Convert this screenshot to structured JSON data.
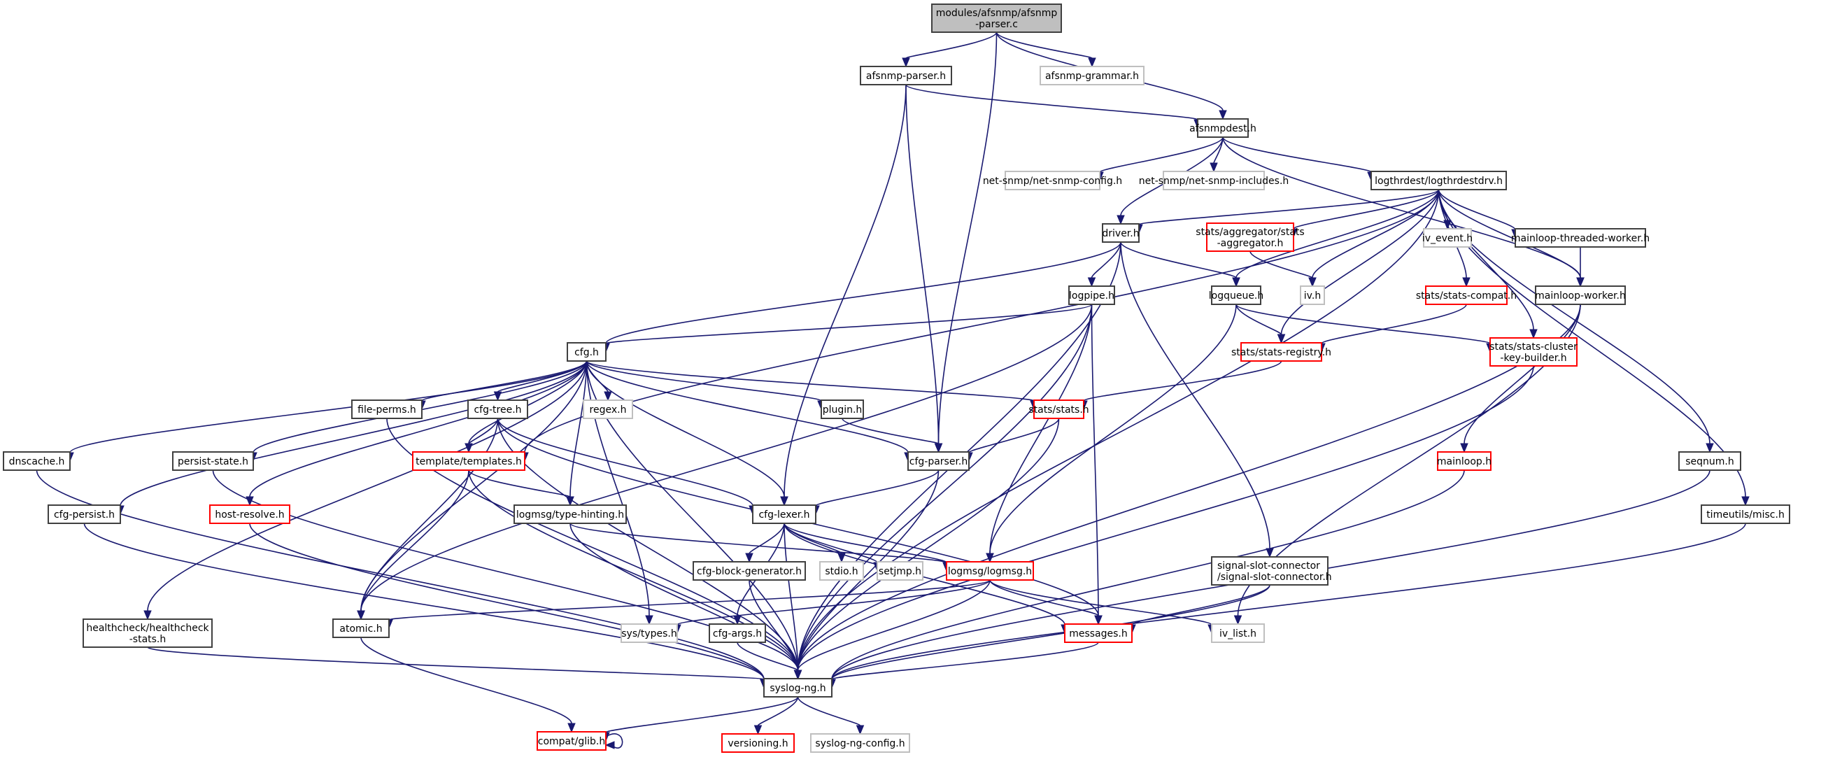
{
  "diagram": {
    "title": "modules/afsnmp/afsnmp-parser.c",
    "type": "include-dependency-graph",
    "colors": {
      "edge": "#191970",
      "root_fill": "#bfbfbf",
      "documented_border": "#404040",
      "has_more_border": "#ff0000",
      "external_border": "#bfbfbf"
    },
    "nodes": [
      {
        "id": "root",
        "label": [
          "modules/afsnmp/afsnmp",
          "-parser.c"
        ],
        "kind": "root"
      },
      {
        "id": "afsnmp_parser_h",
        "label": [
          "afsnmp-parser.h"
        ],
        "kind": "normal"
      },
      {
        "id": "afsnmp_grammar_h",
        "label": [
          "afsnmp-grammar.h"
        ],
        "kind": "external"
      },
      {
        "id": "afsnmpdest_h",
        "label": [
          "afsnmpdest.h"
        ],
        "kind": "normal"
      },
      {
        "id": "net_snmp_config_h",
        "label": [
          "net-snmp/net-snmp-config.h"
        ],
        "kind": "external"
      },
      {
        "id": "net_snmp_includes_h",
        "label": [
          "net-snmp/net-snmp-includes.h"
        ],
        "kind": "external"
      },
      {
        "id": "logthrdestdrv_h",
        "label": [
          "logthrdest/logthrdestdrv.h"
        ],
        "kind": "normal"
      },
      {
        "id": "driver_h",
        "label": [
          "driver.h"
        ],
        "kind": "normal"
      },
      {
        "id": "stats_aggregator_h",
        "label": [
          "stats/aggregator/stats",
          "-aggregator.h"
        ],
        "kind": "truncated"
      },
      {
        "id": "iv_event_h",
        "label": [
          "iv_event.h"
        ],
        "kind": "external"
      },
      {
        "id": "mainloop_threaded_worker_h",
        "label": [
          "mainloop-threaded-worker.h"
        ],
        "kind": "normal"
      },
      {
        "id": "logpipe_h",
        "label": [
          "logpipe.h"
        ],
        "kind": "normal"
      },
      {
        "id": "logqueue_h",
        "label": [
          "logqueue.h"
        ],
        "kind": "normal"
      },
      {
        "id": "iv_h",
        "label": [
          "iv.h"
        ],
        "kind": "external"
      },
      {
        "id": "stats_compat_h",
        "label": [
          "stats/stats-compat.h"
        ],
        "kind": "truncated"
      },
      {
        "id": "mainloop_worker_h",
        "label": [
          "mainloop-worker.h"
        ],
        "kind": "normal"
      },
      {
        "id": "cfg_h",
        "label": [
          "cfg.h"
        ],
        "kind": "normal"
      },
      {
        "id": "stats_registry_h",
        "label": [
          "stats/stats-registry.h"
        ],
        "kind": "truncated"
      },
      {
        "id": "stats_cluster_key_builder_h",
        "label": [
          "stats/stats-cluster",
          "-key-builder.h"
        ],
        "kind": "truncated"
      },
      {
        "id": "file_perms_h",
        "label": [
          "file-perms.h"
        ],
        "kind": "normal"
      },
      {
        "id": "cfg_tree_h",
        "label": [
          "cfg-tree.h"
        ],
        "kind": "normal"
      },
      {
        "id": "regex_h",
        "label": [
          "regex.h"
        ],
        "kind": "external"
      },
      {
        "id": "plugin_h",
        "label": [
          "plugin.h"
        ],
        "kind": "normal"
      },
      {
        "id": "stats_h",
        "label": [
          "stats/stats.h"
        ],
        "kind": "truncated"
      },
      {
        "id": "dnscache_h",
        "label": [
          "dnscache.h"
        ],
        "kind": "normal"
      },
      {
        "id": "persist_state_h",
        "label": [
          "persist-state.h"
        ],
        "kind": "normal"
      },
      {
        "id": "templates_h",
        "label": [
          "template/templates.h"
        ],
        "kind": "truncated"
      },
      {
        "id": "cfg_parser_h",
        "label": [
          "cfg-parser.h"
        ],
        "kind": "normal"
      },
      {
        "id": "mainloop_h",
        "label": [
          "mainloop.h"
        ],
        "kind": "truncated"
      },
      {
        "id": "seqnum_h",
        "label": [
          "seqnum.h"
        ],
        "kind": "normal"
      },
      {
        "id": "cfg_persist_h",
        "label": [
          "cfg-persist.h"
        ],
        "kind": "normal"
      },
      {
        "id": "host_resolve_h",
        "label": [
          "host-resolve.h"
        ],
        "kind": "truncated"
      },
      {
        "id": "type_hinting_h",
        "label": [
          "logmsg/type-hinting.h"
        ],
        "kind": "normal"
      },
      {
        "id": "cfg_lexer_h",
        "label": [
          "cfg-lexer.h"
        ],
        "kind": "normal"
      },
      {
        "id": "timeutils_misc_h",
        "label": [
          "timeutils/misc.h"
        ],
        "kind": "normal"
      },
      {
        "id": "cfg_block_generator_h",
        "label": [
          "cfg-block-generator.h"
        ],
        "kind": "normal"
      },
      {
        "id": "stdio_h",
        "label": [
          "stdio.h"
        ],
        "kind": "external"
      },
      {
        "id": "setjmp_h",
        "label": [
          "setjmp.h"
        ],
        "kind": "external"
      },
      {
        "id": "logmsg_h",
        "label": [
          "logmsg/logmsg.h"
        ],
        "kind": "truncated"
      },
      {
        "id": "signal_slot_connector_h",
        "label": [
          "signal-slot-connector",
          "/signal-slot-connector.h"
        ],
        "kind": "normal",
        "align": "left"
      },
      {
        "id": "healthcheck_stats_h",
        "label": [
          "healthcheck/healthcheck",
          "-stats.h"
        ],
        "kind": "normal"
      },
      {
        "id": "atomic_h",
        "label": [
          "atomic.h"
        ],
        "kind": "normal"
      },
      {
        "id": "sys_types_h",
        "label": [
          "sys/types.h"
        ],
        "kind": "external"
      },
      {
        "id": "cfg_args_h",
        "label": [
          "cfg-args.h"
        ],
        "kind": "normal"
      },
      {
        "id": "messages_h",
        "label": [
          "messages.h"
        ],
        "kind": "truncated"
      },
      {
        "id": "iv_list_h",
        "label": [
          "iv_list.h"
        ],
        "kind": "external"
      },
      {
        "id": "syslog_ng_h",
        "label": [
          "syslog-ng.h"
        ],
        "kind": "normal"
      },
      {
        "id": "compat_glib_h",
        "label": [
          "compat/glib.h"
        ],
        "kind": "truncated"
      },
      {
        "id": "versioning_h",
        "label": [
          "versioning.h"
        ],
        "kind": "truncated"
      },
      {
        "id": "syslog_ng_config_h",
        "label": [
          "syslog-ng-config.h"
        ],
        "kind": "external"
      }
    ],
    "edges": [
      [
        "root",
        "afsnmp_parser_h"
      ],
      [
        "root",
        "afsnmp_grammar_h"
      ],
      [
        "root",
        "afsnmpdest_h"
      ],
      [
        "root",
        "cfg_parser_h"
      ],
      [
        "afsnmp_parser_h",
        "afsnmpdest_h"
      ],
      [
        "afsnmp_parser_h",
        "cfg_parser_h"
      ],
      [
        "afsnmp_parser_h",
        "cfg_lexer_h"
      ],
      [
        "afsnmpdest_h",
        "net_snmp_config_h"
      ],
      [
        "afsnmpdest_h",
        "net_snmp_includes_h"
      ],
      [
        "afsnmpdest_h",
        "logthrdestdrv_h"
      ],
      [
        "afsnmpdest_h",
        "driver_h"
      ],
      [
        "afsnmpdest_h",
        "mainloop_worker_h"
      ],
      [
        "logthrdestdrv_h",
        "driver_h"
      ],
      [
        "logthrdestdrv_h",
        "stats_aggregator_h"
      ],
      [
        "logthrdestdrv_h",
        "iv_event_h"
      ],
      [
        "logthrdestdrv_h",
        "mainloop_threaded_worker_h"
      ],
      [
        "logthrdestdrv_h",
        "logqueue_h"
      ],
      [
        "logthrdestdrv_h",
        "iv_h"
      ],
      [
        "logthrdestdrv_h",
        "stats_compat_h"
      ],
      [
        "logthrdestdrv_h",
        "mainloop_worker_h"
      ],
      [
        "logthrdestdrv_h",
        "stats_registry_h"
      ],
      [
        "logthrdestdrv_h",
        "stats_cluster_key_builder_h"
      ],
      [
        "logthrdestdrv_h",
        "seqnum_h"
      ],
      [
        "logthrdestdrv_h",
        "timeutils_misc_h"
      ],
      [
        "logthrdestdrv_h",
        "templates_h"
      ],
      [
        "logthrdestdrv_h",
        "syslog_ng_h"
      ],
      [
        "driver_h",
        "logpipe_h"
      ],
      [
        "driver_h",
        "logqueue_h"
      ],
      [
        "driver_h",
        "cfg_h"
      ],
      [
        "driver_h",
        "signal_slot_connector_h"
      ],
      [
        "driver_h",
        "syslog_ng_h"
      ],
      [
        "stats_aggregator_h",
        "iv_h"
      ],
      [
        "mainloop_threaded_worker_h",
        "mainloop_worker_h"
      ],
      [
        "mainloop_worker_h",
        "mainloop_h"
      ],
      [
        "mainloop_worker_h",
        "iv_list_h"
      ],
      [
        "mainloop_worker_h",
        "syslog_ng_h"
      ],
      [
        "logpipe_h",
        "cfg_h"
      ],
      [
        "logpipe_h",
        "logmsg_h"
      ],
      [
        "logpipe_h",
        "messages_h"
      ],
      [
        "logpipe_h",
        "syslog_ng_h"
      ],
      [
        "logpipe_h",
        "atomic_h"
      ],
      [
        "logqueue_h",
        "stats_registry_h"
      ],
      [
        "logqueue_h",
        "stats_cluster_key_builder_h"
      ],
      [
        "logqueue_h",
        "logmsg_h"
      ],
      [
        "stats_compat_h",
        "stats_registry_h"
      ],
      [
        "stats_registry_h",
        "stats_h"
      ],
      [
        "stats_cluster_key_builder_h",
        "syslog_ng_h"
      ],
      [
        "cfg_h",
        "file_perms_h"
      ],
      [
        "cfg_h",
        "cfg_tree_h"
      ],
      [
        "cfg_h",
        "regex_h"
      ],
      [
        "cfg_h",
        "plugin_h"
      ],
      [
        "cfg_h",
        "stats_h"
      ],
      [
        "cfg_h",
        "dnscache_h"
      ],
      [
        "cfg_h",
        "persist_state_h"
      ],
      [
        "cfg_h",
        "templates_h"
      ],
      [
        "cfg_h",
        "cfg_parser_h"
      ],
      [
        "cfg_h",
        "cfg_persist_h"
      ],
      [
        "cfg_h",
        "host_resolve_h"
      ],
      [
        "cfg_h",
        "type_hinting_h"
      ],
      [
        "cfg_h",
        "cfg_lexer_h"
      ],
      [
        "cfg_h",
        "healthcheck_stats_h"
      ],
      [
        "cfg_h",
        "atomic_h"
      ],
      [
        "cfg_h",
        "sys_types_h"
      ],
      [
        "cfg_h",
        "syslog_ng_h"
      ],
      [
        "cfg_tree_h",
        "templates_h"
      ],
      [
        "cfg_tree_h",
        "cfg_lexer_h"
      ],
      [
        "cfg_tree_h",
        "messages_h"
      ],
      [
        "cfg_tree_h",
        "atomic_h"
      ],
      [
        "cfg_tree_h",
        "syslog_ng_h"
      ],
      [
        "plugin_h",
        "cfg_parser_h"
      ],
      [
        "stats_h",
        "cfg_parser_h"
      ],
      [
        "stats_h",
        "syslog_ng_h"
      ],
      [
        "dnscache_h",
        "syslog_ng_h"
      ],
      [
        "persist_state_h",
        "syslog_ng_h"
      ],
      [
        "file_perms_h",
        "syslog_ng_h"
      ],
      [
        "templates_h",
        "type_hinting_h"
      ],
      [
        "templates_h",
        "atomic_h"
      ],
      [
        "templates_h",
        "syslog_ng_h"
      ],
      [
        "cfg_parser_h",
        "cfg_lexer_h"
      ],
      [
        "cfg_parser_h",
        "syslog_ng_h"
      ],
      [
        "mainloop_h",
        "syslog_ng_h"
      ],
      [
        "seqnum_h",
        "syslog_ng_h"
      ],
      [
        "cfg_persist_h",
        "syslog_ng_h"
      ],
      [
        "host_resolve_h",
        "syslog_ng_h"
      ],
      [
        "type_hinting_h",
        "logmsg_h"
      ],
      [
        "type_hinting_h",
        "syslog_ng_h"
      ],
      [
        "cfg_lexer_h",
        "cfg_block_generator_h"
      ],
      [
        "cfg_lexer_h",
        "stdio_h"
      ],
      [
        "cfg_lexer_h",
        "setjmp_h"
      ],
      [
        "cfg_lexer_h",
        "logmsg_h"
      ],
      [
        "cfg_lexer_h",
        "messages_h"
      ],
      [
        "cfg_lexer_h",
        "cfg_args_h"
      ],
      [
        "cfg_lexer_h",
        "syslog_ng_h"
      ],
      [
        "timeutils_misc_h",
        "syslog_ng_h"
      ],
      [
        "cfg_block_generator_h",
        "syslog_ng_h"
      ],
      [
        "logmsg_h",
        "messages_h"
      ],
      [
        "logmsg_h",
        "iv_list_h"
      ],
      [
        "logmsg_h",
        "atomic_h"
      ],
      [
        "logmsg_h",
        "sys_types_h"
      ],
      [
        "logmsg_h",
        "syslog_ng_h"
      ],
      [
        "signal_slot_connector_h",
        "messages_h"
      ],
      [
        "signal_slot_connector_h",
        "syslog_ng_h"
      ],
      [
        "healthcheck_stats_h",
        "syslog_ng_h"
      ],
      [
        "atomic_h",
        "compat_glib_h"
      ],
      [
        "cfg_args_h",
        "syslog_ng_h"
      ],
      [
        "messages_h",
        "syslog_ng_h"
      ],
      [
        "syslog_ng_h",
        "compat_glib_h"
      ],
      [
        "syslog_ng_h",
        "versioning_h"
      ],
      [
        "syslog_ng_h",
        "syslog_ng_config_h"
      ],
      [
        "compat_glib_h",
        "compat_glib_h"
      ]
    ]
  }
}
